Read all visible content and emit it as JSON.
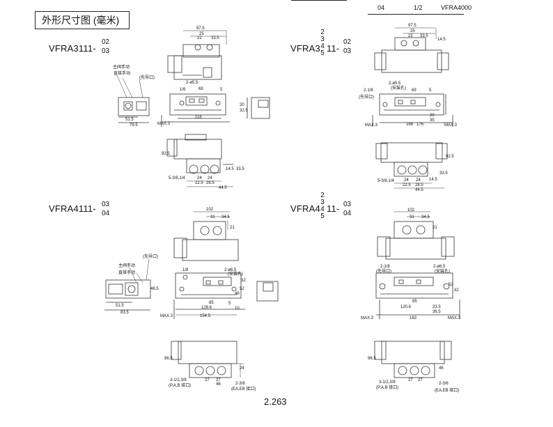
{
  "title": "外形尺寸图 (毫米)",
  "page_number": "2.263",
  "top_table": {
    "code": "04",
    "port": "1/2",
    "model": "VFRA4000"
  },
  "sections": [
    {
      "model": "VFRA3111-",
      "suffix_top": "02",
      "suffix_bottom": "03"
    },
    {
      "model_prefix": "VFRA3",
      "stack": [
        "2",
        "3",
        "4",
        "5"
      ],
      "model_suffix": "11-",
      "suffix_top": "02",
      "suffix_bottom": "03"
    },
    {
      "model": "VFRA4111-",
      "suffix_top": "03",
      "suffix_bottom": "04"
    },
    {
      "model_prefix": "VFRA4",
      "stack": [
        "2",
        "3",
        "4",
        "5"
      ],
      "model_suffix": "11-",
      "suffix_top": "03",
      "suffix_bottom": "04"
    }
  ],
  "labels": {
    "main_manual": "主阀手动",
    "direct_manual": "直接手动",
    "pilot_port": "(先导口)",
    "mount_hole": "(安装孔)",
    "max": "MAX.3",
    "pilot_small": "(先导口)",
    "ports_ab": "(P,A,B 接口)",
    "ports_eaeb": "(EA,EB 接口)"
  },
  "dims_3111": [
    "97.5",
    "25",
    "22",
    "33.5",
    "2-ø5.5",
    "69",
    "1/8",
    "5",
    "118",
    "51.5",
    "79.5",
    "32.5",
    "20",
    "92.5",
    "5-3/8,1/4",
    "24",
    "24",
    "22.5",
    "28.5",
    "44.5",
    "14.5",
    "33.5"
  ],
  "dims_3x11": [
    "97.5",
    "25",
    "22",
    "33.5",
    "14.5",
    "2-1/8",
    "2-ø5.5",
    "69",
    "5",
    "166",
    "176",
    "20",
    "35",
    "92.5",
    "5-3/8,1/4",
    "24",
    "24",
    "22.5",
    "28.5",
    "44.5",
    "14.5",
    "33.5"
  ],
  "dims_4111": [
    "102",
    "31",
    "34.5",
    "21",
    "1/8",
    "2-ø6.5",
    "52",
    "48",
    "32",
    "129.6",
    "154.5",
    "85",
    "5",
    "10",
    "51.5",
    "83.5",
    "48.5",
    "96.5",
    "3-1/2,3/8",
    "27",
    "27",
    "46",
    "2-3/8",
    "24"
  ],
  "dims_4x11": [
    "102",
    "31",
    "34.5",
    "21",
    "2-1/8",
    "2-ø6.5",
    "52",
    "32",
    "120.6",
    "183",
    "85",
    "23.5",
    "36.5",
    "96.5",
    "3-1/2,3/8",
    "27",
    "27",
    "2-3/8",
    "46"
  ]
}
